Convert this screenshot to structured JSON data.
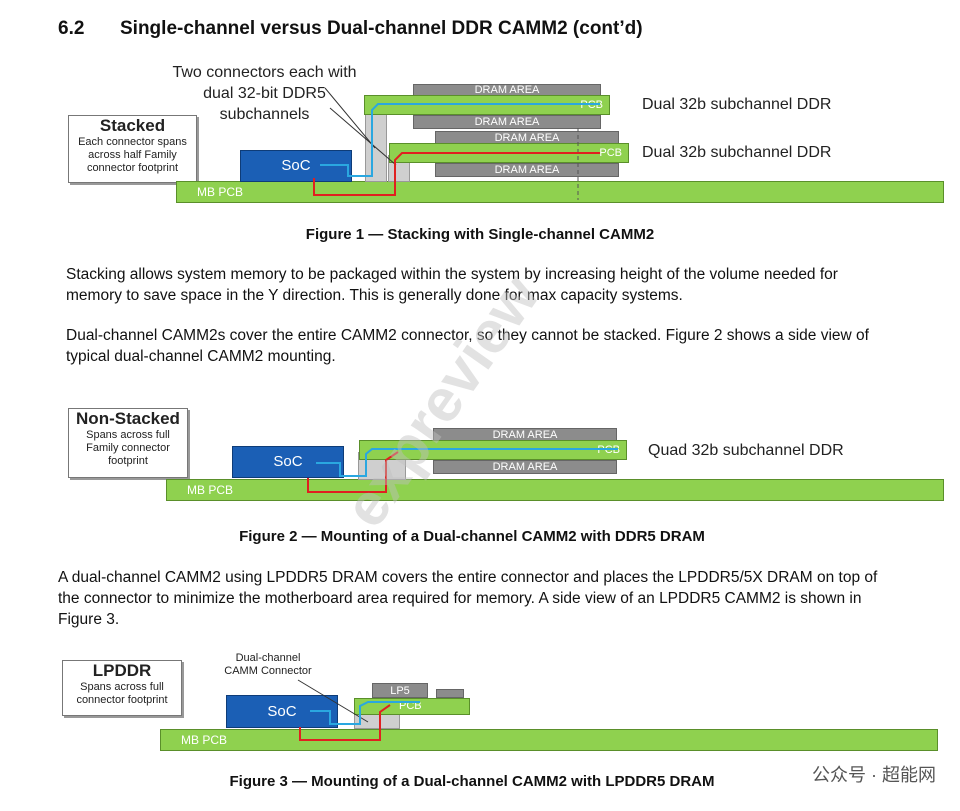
{
  "section": {
    "number": "6.2",
    "title": "Single-channel versus Dual-channel DDR CAMM2 (cont’d)"
  },
  "fig1": {
    "box_title": "Stacked",
    "box_sub": "Each connector spans across half Family connector footprint",
    "callout": "Two connectors each with dual 32-bit DDR5 subchannels",
    "soc": "SoC",
    "mb_pcb": "MB PCB",
    "pcb": "PCB",
    "dram": "DRAM AREA",
    "label_top": "Dual 32b subchannel DDR",
    "label_bottom": "Dual 32b subchannel DDR",
    "caption": "Figure 1 — Stacking with Single-channel CAMM2"
  },
  "para1": "Stacking allows system memory to be packaged within the system by increasing height of the volume needed for memory to save space in the Y direction.  This is generally done for max capacity systems.",
  "para2": "Dual-channel CAMM2s cover the entire CAMM2 connector, so they cannot be stacked.  Figure 2 shows a side view of typical dual-channel CAMM2 mounting.",
  "fig2": {
    "box_title": "Non-Stacked",
    "box_sub": "Spans across full Family connector footprint",
    "soc": "SoC",
    "mb_pcb": "MB PCB",
    "pcb": "PCB",
    "dram": "DRAM AREA",
    "label": "Quad 32b subchannel DDR",
    "caption": "Figure 2 — Mounting of a Dual-channel CAMM2 with DDR5 DRAM"
  },
  "para3": "A dual-channel CAMM2 using LPDDR5 DRAM covers the entire connector and places the LPDDR5/5X DRAM on top of the connector to minimize the motherboard area required for memory.  A side view of an LPDDR5 CAMM2 is shown in Figure 3.",
  "fig3": {
    "box_title": "LPDDR",
    "box_sub": "Spans across full connector footprint",
    "callout": "Dual-channel CAMM Connector",
    "soc": "SoC",
    "mb_pcb": "MB PCB",
    "pcb": "PCB",
    "lp5": "LP5",
    "caption": "Figure 3 — Mounting of a Dual-channel CAMM2 with LPDDR5 DRAM"
  },
  "watermark": "expreview",
  "footer_watermark": "公众号 · 超能网",
  "colors": {
    "pcb_green": "#8fd14f",
    "soc_blue": "#1b5fb5",
    "dram_gray": "#8c8c8c",
    "trace_red": "#e02020",
    "trace_blue": "#2aa7e0"
  }
}
